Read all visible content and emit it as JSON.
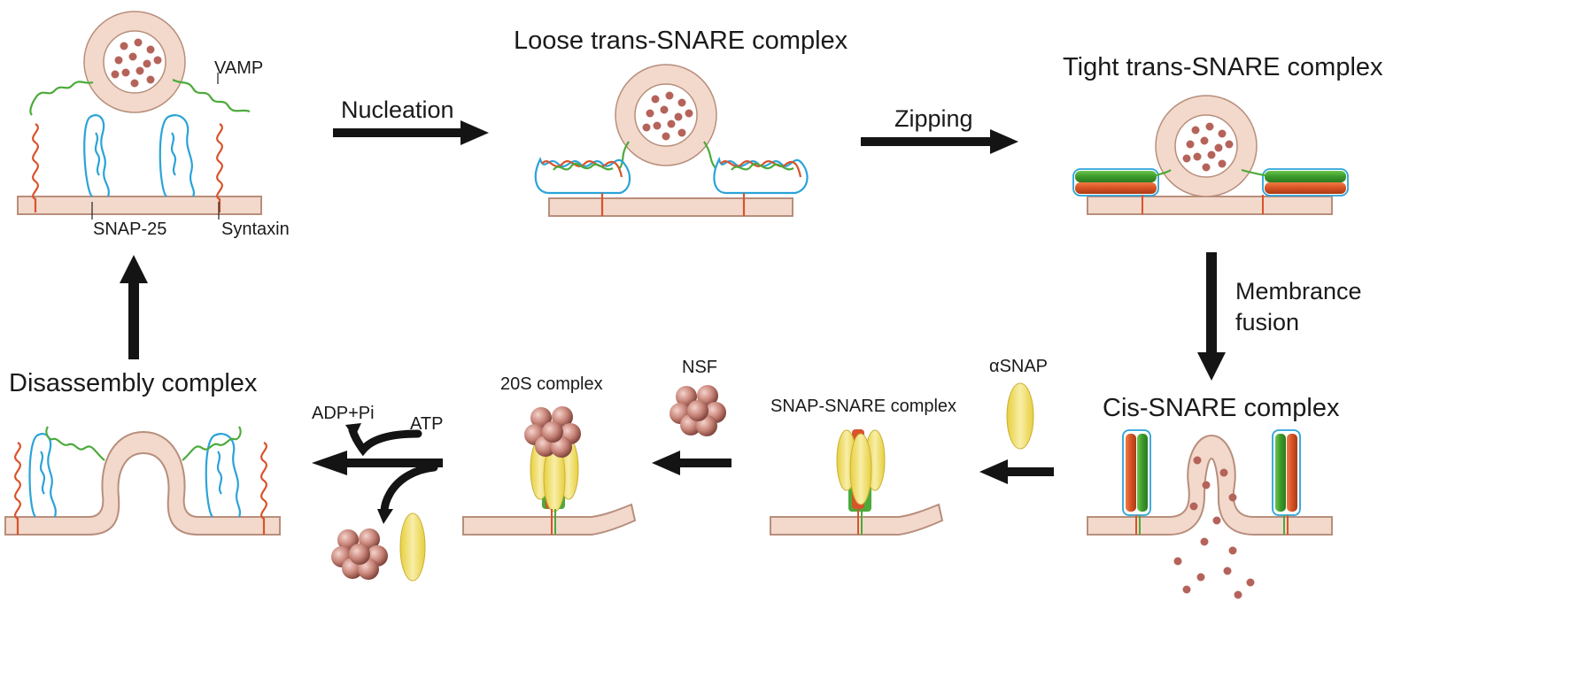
{
  "labels": {
    "vamp": "VAMP",
    "snap25": "SNAP-25",
    "syntaxin": "Syntaxin",
    "nucleation": "Nucleation",
    "loose": "Loose trans-SNARE complex",
    "zipping": "Zipping",
    "tight": "Tight trans-SNARE complex",
    "fusion_line1": "Membrance",
    "fusion_line2": "fusion",
    "cis": "Cis-SNARE complex",
    "asnap": "αSNAP",
    "snap_snare": "SNAP-SNARE complex",
    "nsf": "NSF",
    "twenty_s": "20S complex",
    "atp": "ATP",
    "adp": "ADP+Pi",
    "disassembly": "Disassembly complex"
  },
  "colors": {
    "membrane_fill": "#f2d9cc",
    "membrane_stroke": "#b88e7c",
    "syntaxin": "#d9532b",
    "snap25": "#2aa3d8",
    "vamp": "#4caa3a",
    "cargo": "#b5635a",
    "nsf": "#c88478",
    "alpha_snap": "#f1e27a",
    "arrow": "#141414"
  }
}
